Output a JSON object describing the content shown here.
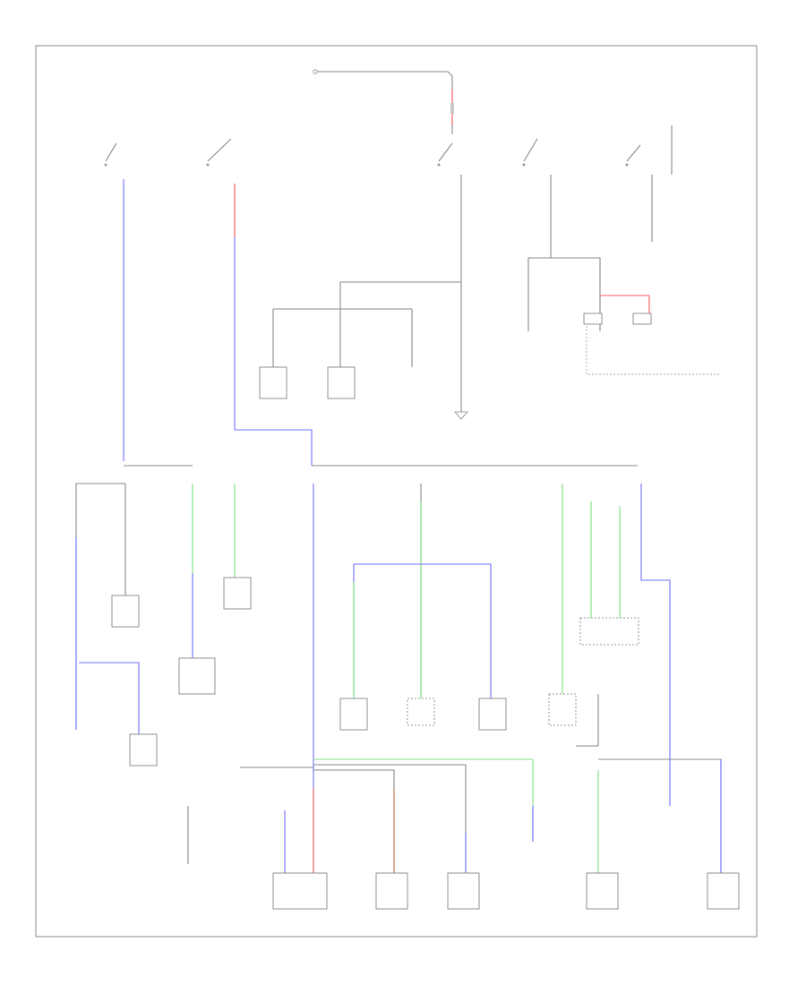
{
  "colors": {
    "blk": "#8a8a8a",
    "blu": "#7070ff",
    "grn": "#7fe07f",
    "red": "#ff5a5a",
    "org": "#c87a50",
    "frame": "#888888"
  },
  "labels": {
    "top_source": "",
    "fuse_box": "",
    "bottom_left": "",
    "left_group": "",
    "right_note": ""
  },
  "components": [
    {
      "id": "c1",
      "label": ""
    },
    {
      "id": "c2",
      "label": ""
    },
    {
      "id": "c3",
      "label": ""
    },
    {
      "id": "c4",
      "label": ""
    },
    {
      "id": "c5",
      "label": ""
    },
    {
      "id": "c6",
      "label": ""
    },
    {
      "id": "c7",
      "label": ""
    },
    {
      "id": "c8",
      "label": ""
    },
    {
      "id": "c9",
      "label": ""
    },
    {
      "id": "c10",
      "label": ""
    },
    {
      "id": "c11",
      "label": ""
    },
    {
      "id": "c12",
      "label": ""
    },
    {
      "id": "c13",
      "label": ""
    },
    {
      "id": "c14",
      "label": ""
    },
    {
      "id": "c15",
      "label": ""
    },
    {
      "id": "c16",
      "label": ""
    },
    {
      "id": "c17",
      "label": ""
    },
    {
      "id": "c18",
      "label": ""
    },
    {
      "id": "c19",
      "label": ""
    },
    {
      "id": "c20",
      "label": ""
    },
    {
      "id": "c21",
      "label": ""
    },
    {
      "id": "c22",
      "label": ""
    }
  ]
}
